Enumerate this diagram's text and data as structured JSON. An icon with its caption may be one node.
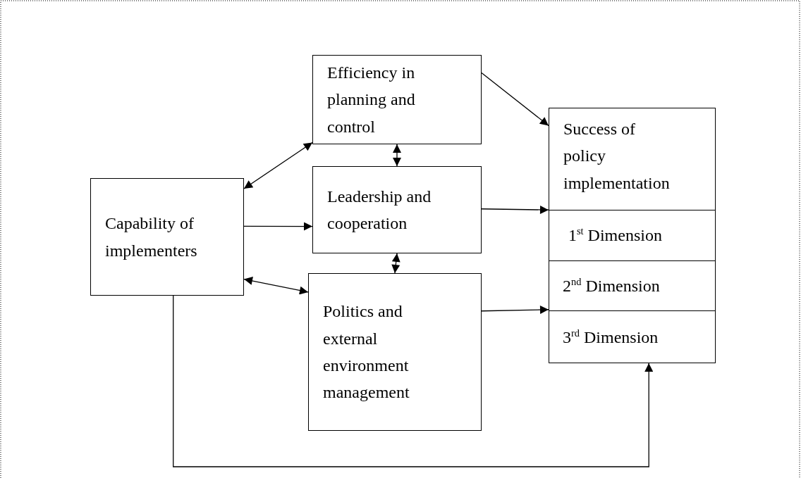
{
  "diagram": {
    "nodes": [
      {
        "text": [
          "Capability of implementers"
        ]
      },
      {
        "text": [
          "Efficiency in planning and control"
        ]
      },
      {
        "text": [
          "Leadership and cooperation"
        ]
      },
      {
        "text": [
          "Politics and external environment management"
        ]
      },
      {
        "text": [
          "Success of policy implementation"
        ]
      },
      {
        "text": [
          "1$^{st}$ Dimension"
        ],
        "in": 4
      },
      {
        "text": [
          "2$^{nd}$ Dimension"
        ],
        "in": 4
      },
      {
        "text": [
          "3$^{rd}$ Dimension"
        ],
        "in": 4
      }
    ],
    "edges": [
      {
        "from": 0,
        "to": 1,
        "arrow": "both"
      },
      {
        "from": 0,
        "to": 2,
        "arrow": "to"
      },
      {
        "from": 0,
        "to": 3,
        "arrow": "both"
      },
      {
        "from": 1,
        "to": 2,
        "arrow": "both"
      },
      {
        "from": 2,
        "to": 3,
        "arrow": "both"
      },
      {
        "from": 1,
        "to": 4,
        "arrow": "to"
      },
      {
        "from": 2,
        "to": 4,
        "arrow": "to"
      },
      {
        "from": 3,
        "to": 4,
        "arrow": "to"
      },
      {
        "from": 0,
        "to": 4,
        "arrow": "to"
      }
    ]
  }
}
